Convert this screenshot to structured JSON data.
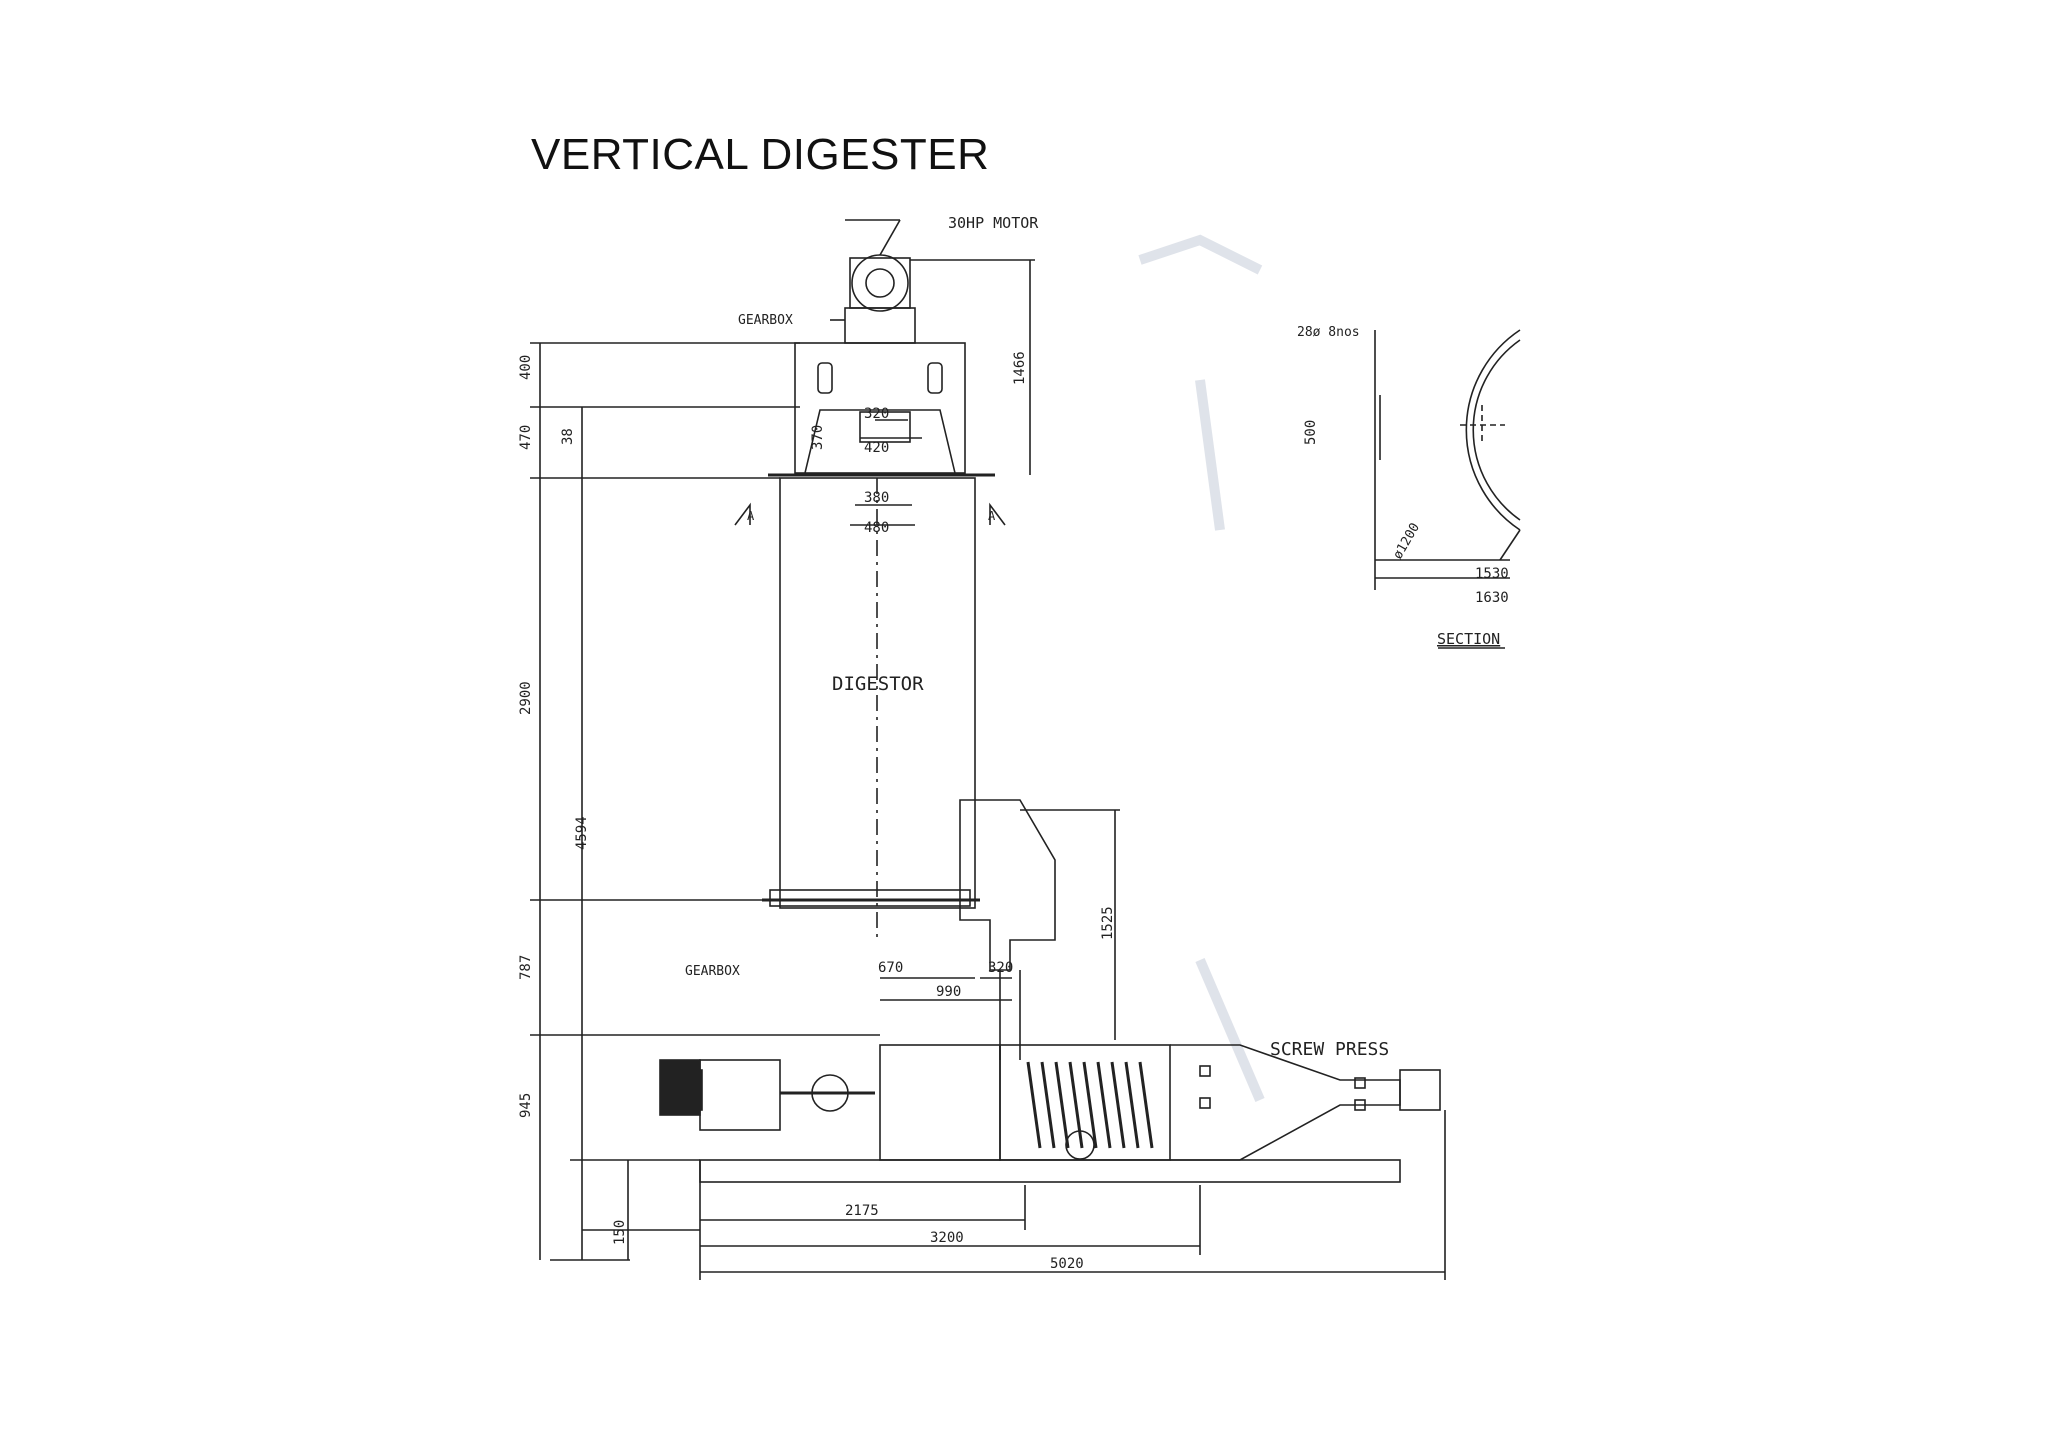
{
  "slide": {
    "title": "VERTICAL DIGESTER"
  },
  "drawing": {
    "labels": {
      "motor": "30HP MOTOR",
      "gearbox_top": "GEARBOX",
      "gearbox_bottom": "GEARBOX",
      "digestor": "DIGESTOR",
      "screw_press": "SCREW PRESS",
      "section": "SECTION",
      "holes": "28ø 8nos",
      "diameter": "ø1200",
      "section_mark_left": "A",
      "section_mark_right": "A"
    },
    "dimensions": {
      "d400": "400",
      "d470": "470",
      "d38": "38",
      "d1466": "1466",
      "d320_top": "320",
      "d420": "420",
      "d370": "370",
      "d380": "380",
      "d480": "480",
      "d2900": "2900",
      "d4594": "4594",
      "d1525": "1525",
      "d670": "670",
      "d320_bottom": "320",
      "d990": "990",
      "d787": "787",
      "d945": "945",
      "d150": "150",
      "d2175": "2175",
      "d3200": "3200",
      "d5020": "5020",
      "d500": "500",
      "d1530": "1530",
      "d1630": "1630"
    }
  },
  "colors": {
    "ink": "#222222",
    "paper": "#ffffff",
    "faint": "#d8dce4"
  }
}
